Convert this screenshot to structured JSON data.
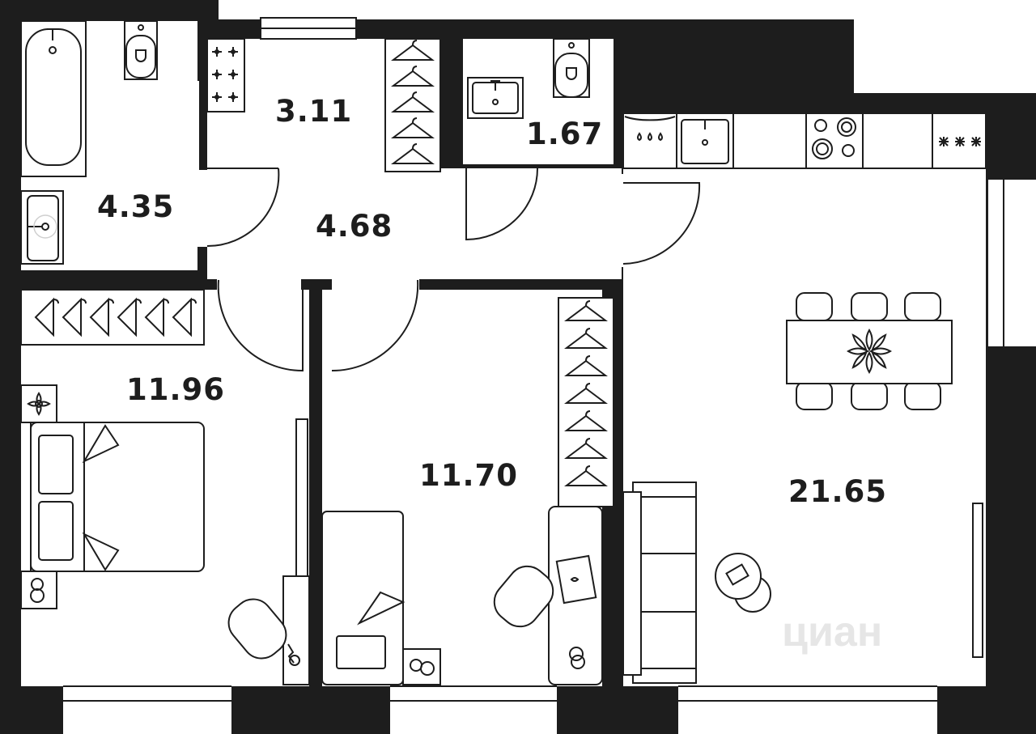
{
  "plan": {
    "rooms": [
      {
        "id": "bathroom",
        "area": "4.35"
      },
      {
        "id": "storage",
        "area": "3.11"
      },
      {
        "id": "wc",
        "area": "1.67"
      },
      {
        "id": "hall",
        "area": "4.68"
      },
      {
        "id": "bedroom-1",
        "area": "11.96"
      },
      {
        "id": "bedroom-2",
        "area": "11.70"
      },
      {
        "id": "kitchen-living",
        "area": "21.65"
      }
    ],
    "watermark": "циан"
  },
  "colors": {
    "wall": "#1d1d1d",
    "background": "#ffffff",
    "watermark": "#e6e6e6"
  }
}
